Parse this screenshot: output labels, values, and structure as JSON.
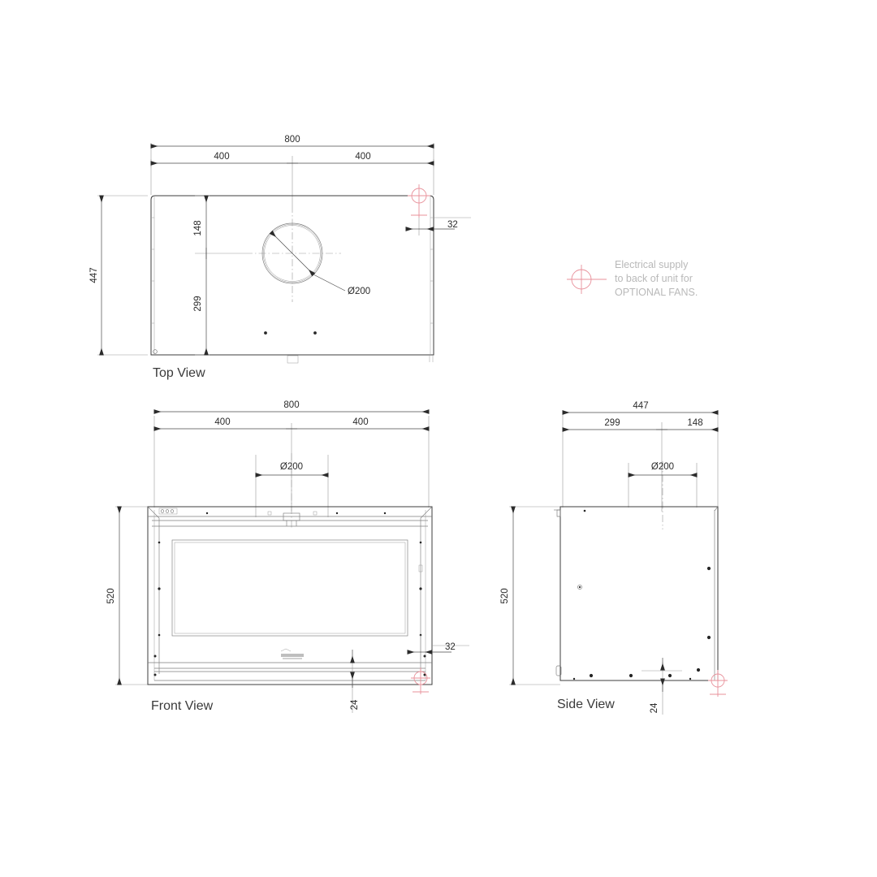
{
  "drawing": {
    "type": "technical-drawing",
    "background": "#ffffff",
    "units": "mm",
    "line_color": "#3c3c3c",
    "dim_color": "#2b2b2b",
    "accent_color": "#e8909a",
    "note_color": "#b9b9b9"
  },
  "views": {
    "top": {
      "label": "Top View",
      "dimensions": {
        "overall_width": "800",
        "half_width_left": "400",
        "half_width_right": "400",
        "overall_depth": "447",
        "flue_front_offset": "148",
        "flue_back_offset": "299",
        "flue_diameter": "Ø200",
        "corner_offset": "32"
      }
    },
    "front": {
      "label": "Front View",
      "dimensions": {
        "overall_width": "800",
        "half_width_left": "400",
        "half_width_right": "400",
        "overall_height": "520",
        "flue_diameter": "Ø200",
        "corner_offset": "32",
        "base_height": "24"
      }
    },
    "side": {
      "label": "Side View",
      "dimensions": {
        "overall_depth": "447",
        "front_segment": "299",
        "back_segment": "148",
        "overall_height": "520",
        "flue_diameter": "Ø200",
        "base_height": "24"
      }
    }
  },
  "notes": {
    "electrical": {
      "line1": "Electrical supply",
      "line2": "to back of unit for",
      "line3": "OPTIONAL FANS.",
      "symbol": "crosshair-target-icon",
      "symbol_color": "#e8909a"
    }
  },
  "branding": {
    "logo_alt": "manufacturer-logo"
  }
}
